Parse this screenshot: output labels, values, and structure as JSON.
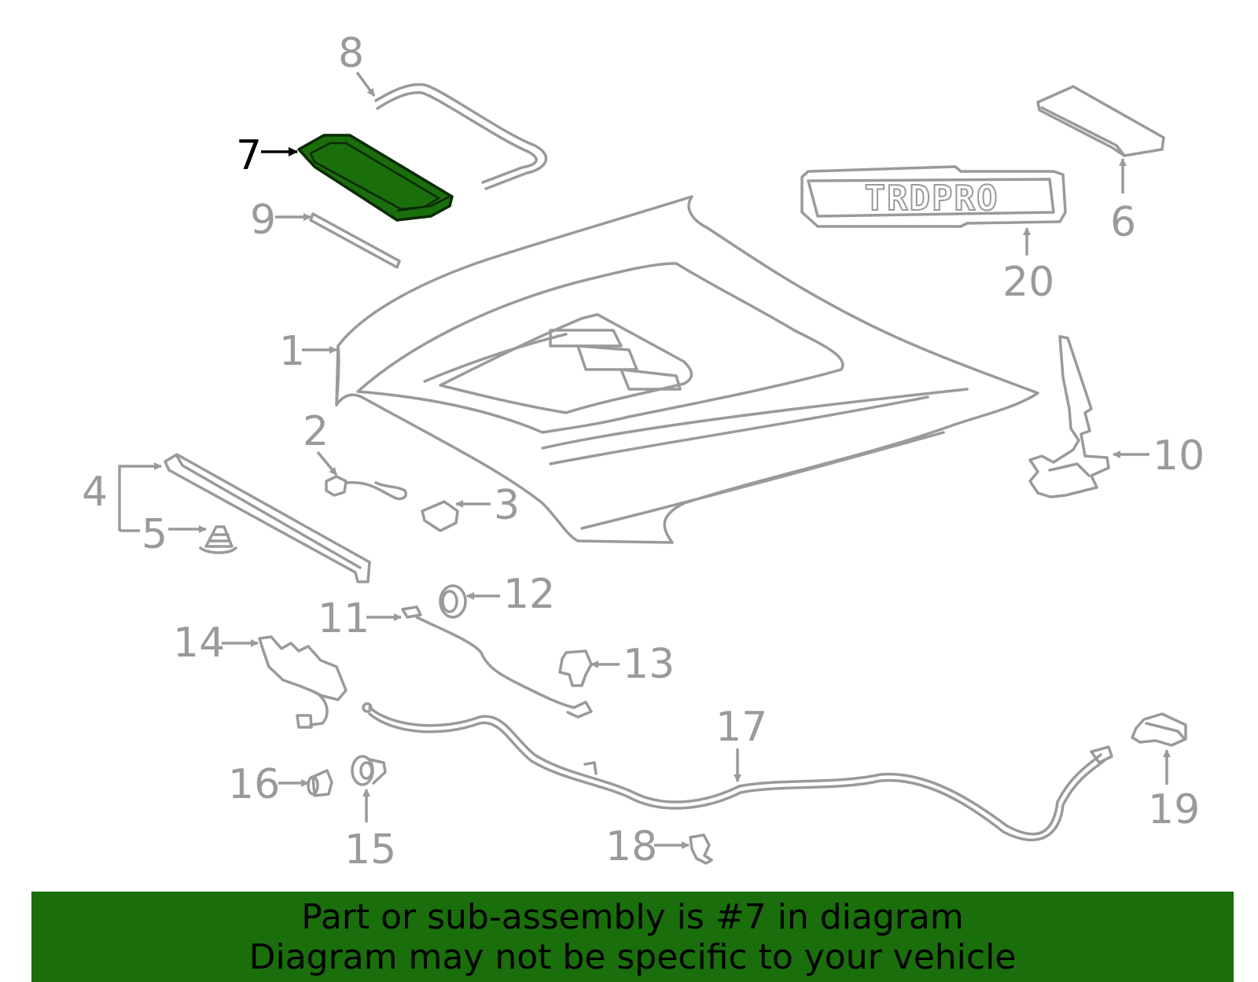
{
  "colors": {
    "part_stroke": "#9a9a9a",
    "highlight_fill": "#1a6e0c",
    "highlight_outline": "#0b2a05",
    "banner_background": "#1a6e0c",
    "banner_text": "#000000"
  },
  "diagram": {
    "highlighted_part": "7",
    "callouts": [
      "1",
      "2",
      "3",
      "4",
      "5",
      "6",
      "7",
      "8",
      "9",
      "10",
      "11",
      "12",
      "13",
      "14",
      "15",
      "16",
      "17",
      "18",
      "19",
      "20"
    ],
    "emblem_text": "TRDPRO"
  },
  "banner": {
    "line1": "Part or sub-assembly is #7 in diagram",
    "line2": "Diagram may not be specific to your vehicle"
  }
}
